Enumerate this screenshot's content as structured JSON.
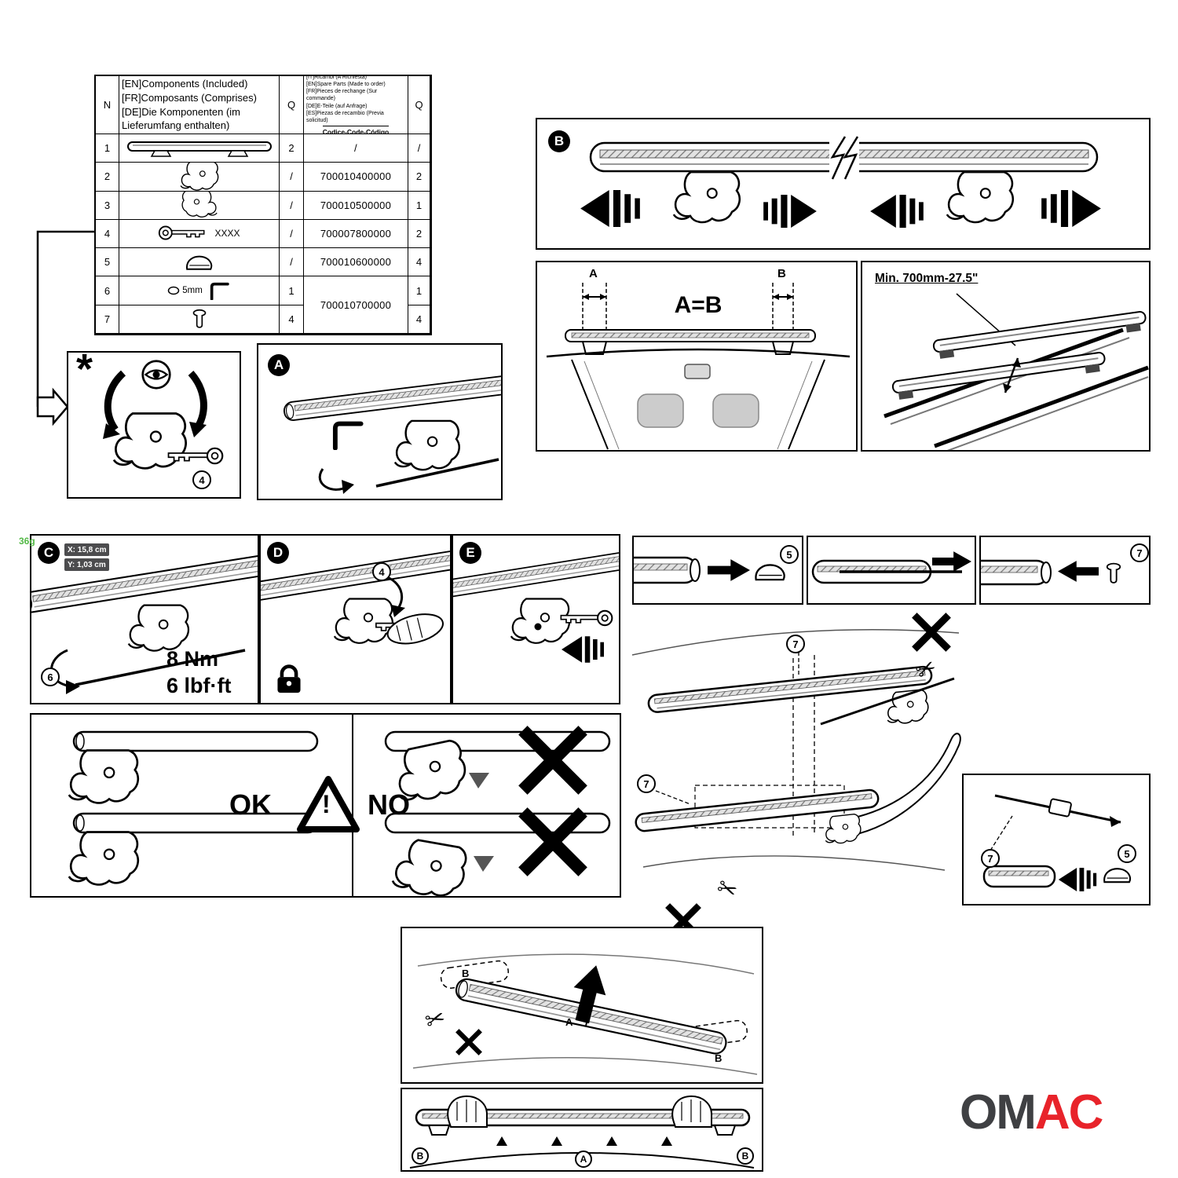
{
  "page": {
    "watermark": "36g"
  },
  "logo": {
    "gray": "OM",
    "red": "AC"
  },
  "table": {
    "n_header": "N",
    "q_header_included": "Q",
    "q_header_spare": "Q",
    "included_langs": "[IT]Componenti (Inclusi)\n[EN]Components (Included)\n[FR]Composants (Comprises)\n[DE]Die Komponenten (im Lieferumfang enthalten)\n[ES]Componentes (Incluido)",
    "spare_langs": "[IT]Ricambi (A Richiesta)\n[EN]Spare Parts (Made to order)\n[FR]Pieces de rechange (Sur commande)\n[DE]E-Teile (auf Anfrage)\n[ES]Piezas de recambio (Previa solicitud)",
    "code_header": "Codice-Code-Código",
    "rows": [
      {
        "n": "1",
        "q_included": "2",
        "code": "/",
        "q_spare": "/"
      },
      {
        "n": "2",
        "q_included": "/",
        "code": "700010400000",
        "q_spare": "2"
      },
      {
        "n": "3",
        "q_included": "/",
        "code": "700010500000",
        "q_spare": "1"
      },
      {
        "n": "4",
        "q_included": "/",
        "code": "700007800000",
        "q_spare": "2",
        "label": "XXXX"
      },
      {
        "n": "5",
        "q_included": "/",
        "code": "700010600000",
        "q_spare": "4"
      },
      {
        "n": "6",
        "q_included": "1",
        "code": "700010700000",
        "q_spare": "1",
        "label": "5mm"
      },
      {
        "n": "7",
        "q_included": "4",
        "q_spare": "4"
      }
    ]
  },
  "badges": {
    "star": "*",
    "a": "A",
    "b": "B",
    "c": "C",
    "d": "D",
    "e": "E"
  },
  "items": {
    "i4": "4",
    "i5": "5",
    "i6": "6",
    "i7": "7"
  },
  "fit": {
    "equation": "A=B",
    "dim_a": "A",
    "dim_b": "B",
    "min_span": "Min. 700mm-27.5\""
  },
  "torque": {
    "x_offset": "X: 15,8 cm",
    "y_offset": "Y: 1,03 cm",
    "nm": "8 Nm",
    "lbf": "6 lbf·ft"
  },
  "okno": {
    "ok": "OK",
    "no": "NO",
    "bang": "!"
  },
  "install": {
    "bar_label": "A",
    "rail_label_left": "B",
    "rail_label_right": "B"
  },
  "final": {
    "center_label": "A",
    "left_label": "B",
    "right_label": "B"
  }
}
